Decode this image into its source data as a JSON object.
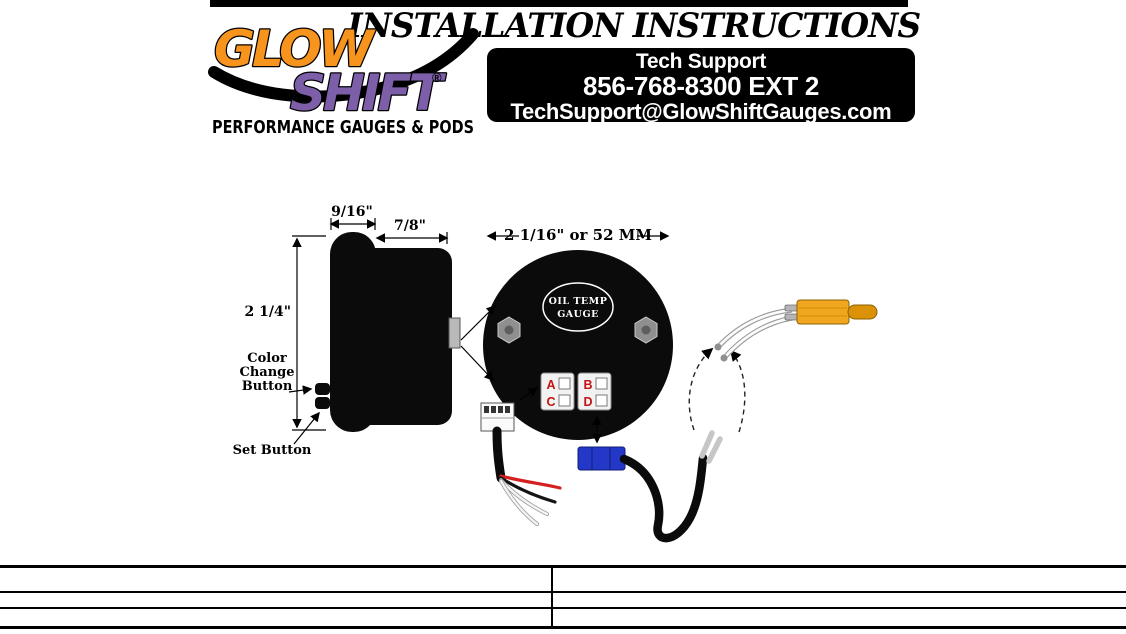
{
  "header": {
    "title": "INSTALLATION INSTRUCTIONS",
    "logo": {
      "glow": "GLOW",
      "shift": "SHIFT",
      "registered": "®",
      "tagline": "PERFORMANCE GAUGES & PODS"
    },
    "tech_support": {
      "heading": "Tech Support",
      "phone": "856-768-8300 EXT 2",
      "email": "TechSupport@GlowShiftGauges.com"
    }
  },
  "diagram": {
    "dimensions": {
      "bezel_depth": "9/16\"",
      "body_depth": "7/8\"",
      "gauge_height": "2 1/4\"",
      "gauge_diameter": "2 1/16\" or 52 MM"
    },
    "color_change_lines": [
      "Color",
      "Change",
      "Button"
    ],
    "set_button_label": "Set Button",
    "gauge_face_lines": [
      "OIL TEMP",
      "GAUGE"
    ],
    "pins": [
      "A",
      "B",
      "C",
      "D"
    ],
    "colors": {
      "logo_orange": "#F7941E",
      "logo_purple": "#7C5FA8",
      "pin_letters": "#C41212",
      "connector_blue": "#2438C8",
      "sensor_brass": "#F0A71F",
      "wire_red": "#D42020"
    }
  },
  "table": {
    "rows": [
      {
        "left": "",
        "right": ""
      },
      {
        "left": "",
        "right": ""
      },
      {
        "left": "",
        "right": ""
      }
    ]
  }
}
